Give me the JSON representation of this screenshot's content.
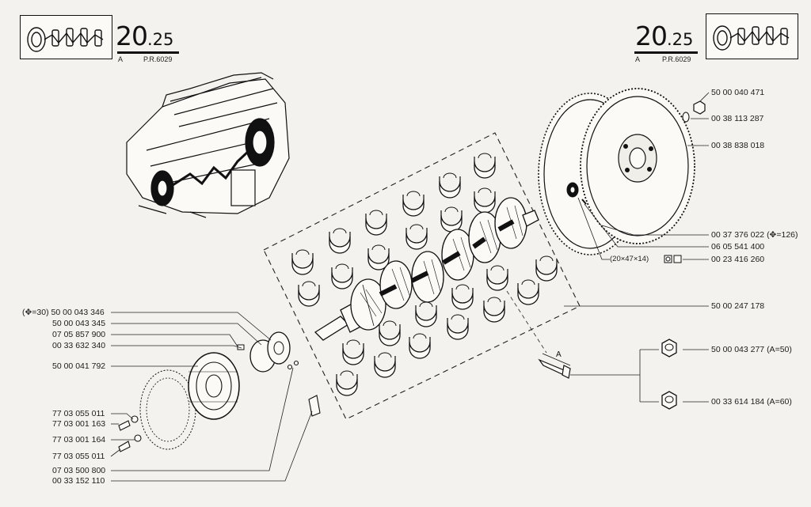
{
  "header_left": {
    "page": "20",
    "page_sub": ".25",
    "variant": "A",
    "ref": "P.R.6029"
  },
  "header_right": {
    "page": "20",
    "page_sub": ".25",
    "variant": "A",
    "ref": "P.R.6029"
  },
  "callouts_left": [
    {
      "text": "(✥=30) 50 00 043 346"
    },
    {
      "text": "50 00 043 345"
    },
    {
      "text": "07 05 857 900"
    },
    {
      "text": "00 33 632 340"
    },
    {
      "text": "50 00 041 792"
    },
    {
      "text": "77 03 055 011"
    },
    {
      "text": "77 03 001 163"
    },
    {
      "text": "77 03 001 164"
    },
    {
      "text": "77 03 055 011"
    },
    {
      "text": "07 03 500 800"
    },
    {
      "text": "00 33 152 110"
    }
  ],
  "callouts_right": [
    {
      "text": "50 00 040 471"
    },
    {
      "text": "00 38 113 287"
    },
    {
      "text": "00 38 838 018"
    },
    {
      "text": "00 37 376 022 (✥=126)"
    },
    {
      "text": "06 05 541 400"
    },
    {
      "text": "00 23 416 260"
    },
    {
      "text": "50 00 247 178"
    },
    {
      "text": "50 00 043 277 (A=50)"
    },
    {
      "text": "00 33 614 184 (A=60)"
    }
  ],
  "bearing_dims": "(20×47×14)",
  "dim_letter": "A",
  "colors": {
    "ink": "#111111",
    "paper": "#f4f2ee"
  }
}
